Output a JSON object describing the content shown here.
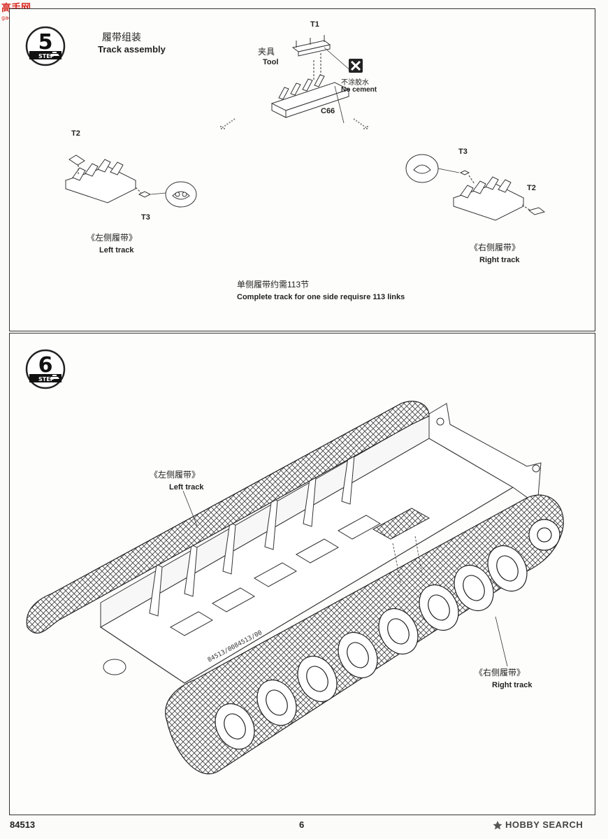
{
  "site_logo": {
    "text": "高手网",
    "url_text": "gao.shou.com"
  },
  "step5": {
    "number": "5",
    "step_word": "STEP",
    "title_cn": "履带组装",
    "title_en": "Track assembly",
    "tool_cn": "夹具",
    "tool_en": "Tool",
    "part_t1": "T1",
    "part_c66": "C66",
    "no_cement_cn": "不涂胶水",
    "no_cement_en": "No cement",
    "left_part_t2": "T2",
    "left_part_t3": "T3",
    "left_track_cn": "《左侧履带》",
    "left_track_en": "Left track",
    "right_part_t3": "T3",
    "right_part_t2": "T2",
    "right_track_cn": "《右侧履带》",
    "right_track_en": "Right track",
    "note_cn": "单侧履带约需113节",
    "note_en": "Complete track for one side requisre 113 links"
  },
  "step6": {
    "number": "6",
    "step_word": "STEP",
    "left_track_cn": "《左侧履带》",
    "left_track_en": "Left track",
    "right_track_cn": "《右侧履带》",
    "right_track_en": "Right track",
    "hull_mark": "84513/0084513/00"
  },
  "footer": {
    "catalog": "84513",
    "page": "6",
    "brand": "HOBBY SEARCH"
  },
  "colors": {
    "line": "#333333",
    "paper": "#fdfdfc",
    "logo_red": "#d7261e"
  }
}
